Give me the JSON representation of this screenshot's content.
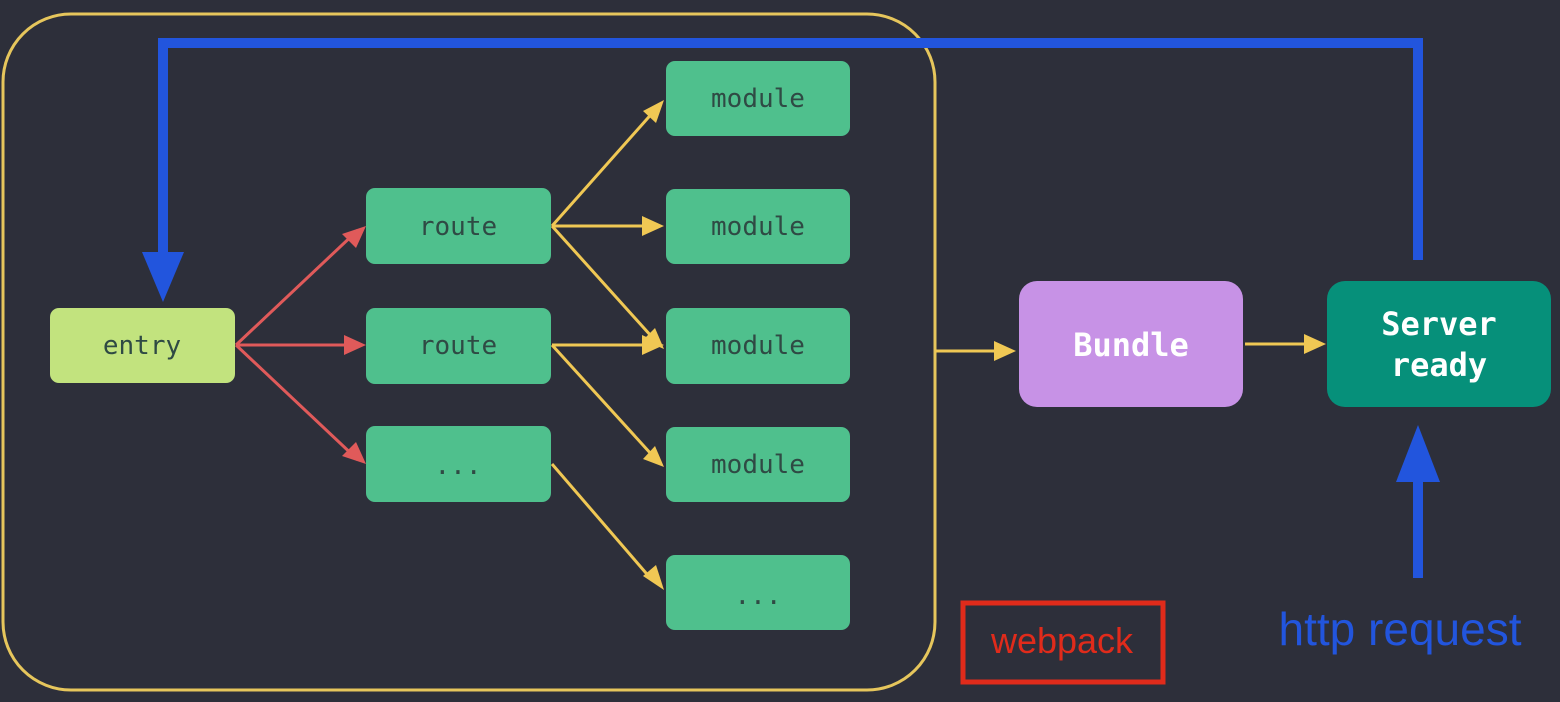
{
  "colors": {
    "background": "#2d2f3a",
    "container_border": "#e6c65c",
    "entry_fill": "#c2e37e",
    "node_fill": "#4fc08d",
    "bundle_fill": "#c792e6",
    "server_fill": "#06907a",
    "node_text_dark": "#2f4a44",
    "node_text_light": "#ffffff",
    "red_arrow": "#e05a5a",
    "yellow_arrow": "#f0c854",
    "blue_arrow": "#2255dd",
    "webpack_red": "#e02b1b"
  },
  "nodes": {
    "entry": "entry",
    "route_1": "route",
    "route_2": "route",
    "route_3": "...",
    "module_1": "module",
    "module_2": "module",
    "module_3": "module",
    "module_4": "module",
    "module_5": "...",
    "bundle": "Bundle",
    "server_line1": "Server",
    "server_line2": "ready"
  },
  "annotations": {
    "webpack": "webpack",
    "http_request": "http request"
  },
  "icons": {
    "arrowheads": "triangle-arrowhead"
  }
}
